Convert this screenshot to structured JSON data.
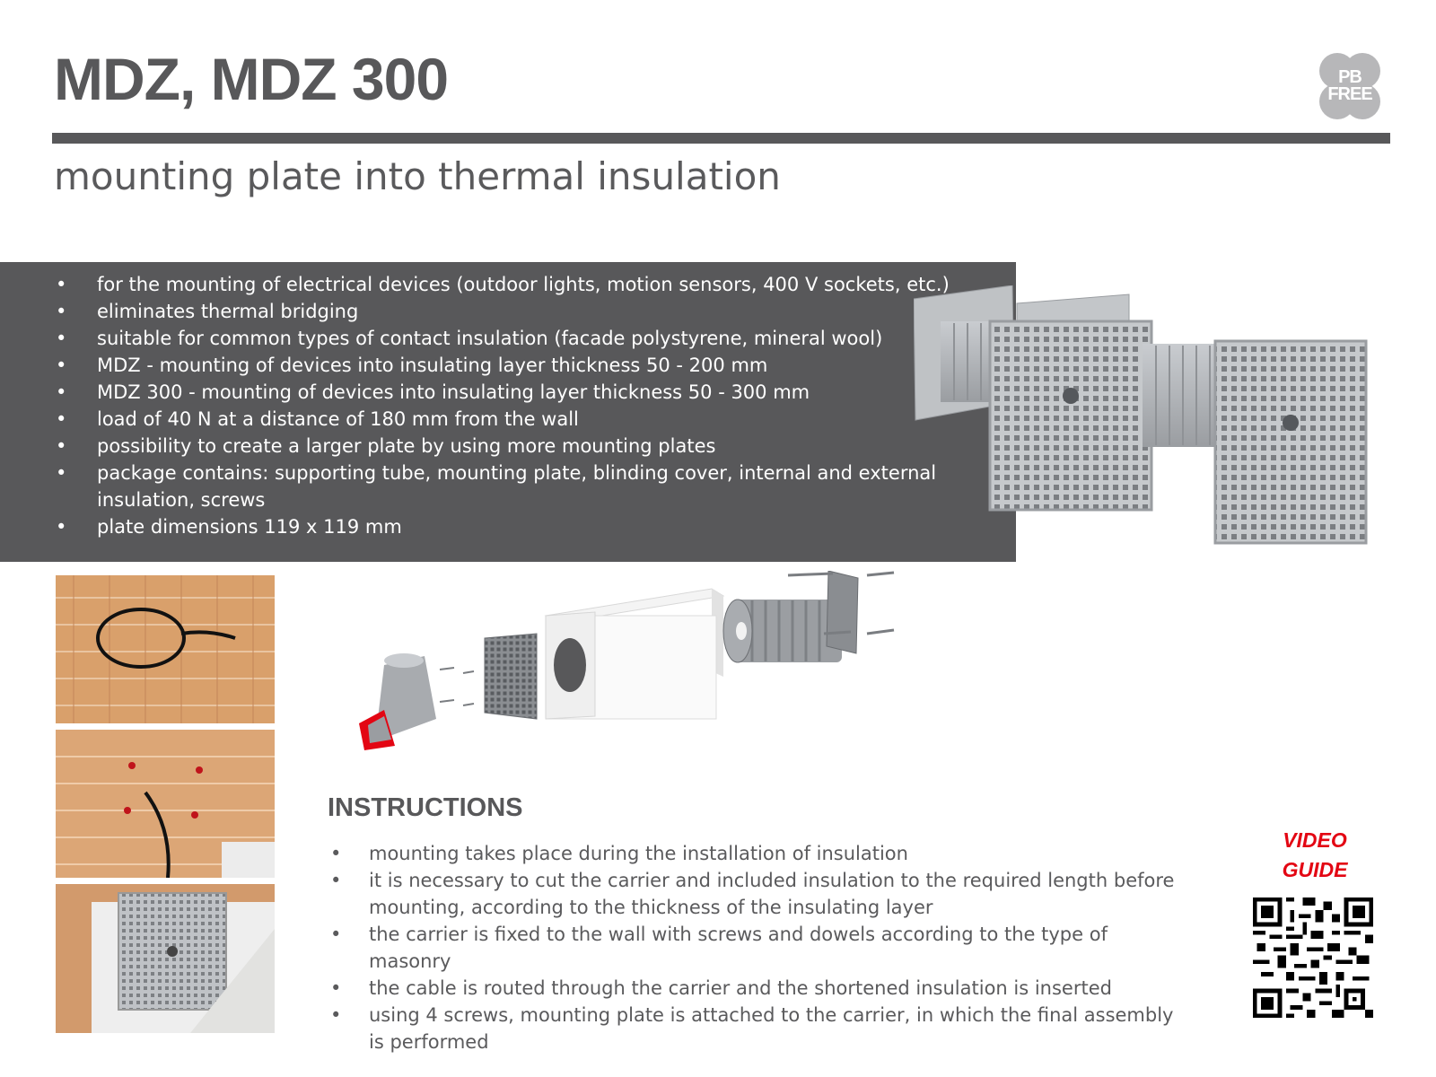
{
  "header": {
    "title": "MDZ, MDZ 300",
    "subtitle": "mounting plate into thermal insulation",
    "logo_text_line1": "PB",
    "logo_text_line2": "FREE"
  },
  "features": [
    "for the mounting of electrical devices (outdoor lights, motion sensors, 400 V sockets, etc.)",
    "eliminates thermal bridging",
    "suitable for common types of contact insulation (facade polystyrene, mineral wool)",
    "MDZ - mounting of devices into insulating layer thickness 50 - 200 mm",
    "MDZ 300 - mounting of devices into insulating layer thickness 50 - 300 mm",
    "load of 40 N at a distance of 180 mm from the wall",
    "possibility to create a larger plate by using more mounting plates",
    "package contains: supporting tube, mounting plate, blinding cover, internal and external insulation, screws",
    "plate dimensions 119 x 119 mm"
  ],
  "instructions": {
    "heading": "INSTRUCTIONS",
    "items": [
      "mounting takes place during the installation of insulation",
      "it is necessary to cut the carrier and included insulation to the required length before mounting, according to the thickness of the insulating layer",
      "the carrier is fixed to the wall with screws and dowels according to the type of masonry",
      "the cable is routed through the carrier and the shortened insulation is inserted",
      "using 4 screws, mounting plate is attached to the carrier, in which the final assembly is performed"
    ]
  },
  "video_guide": {
    "line1": "VIDEO",
    "line2": "GUIDE"
  },
  "colors": {
    "dark_gray": "#58585a",
    "accent_red": "#e30613",
    "brick": "#d9a06b",
    "plastic_gray": "#b9bcbf"
  }
}
